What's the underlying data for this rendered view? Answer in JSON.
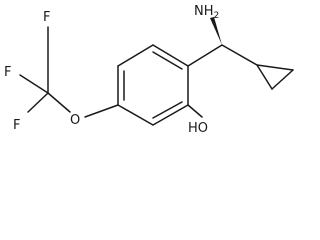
{
  "molecule": {
    "atoms": {
      "amine": {
        "symbol": "NH",
        "subscript": "2"
      },
      "hydroxyl": "HO",
      "ether_oxygen": "O",
      "fluorine_top": "F",
      "fluorine_left": "F",
      "fluorine_bottom": "F"
    }
  }
}
